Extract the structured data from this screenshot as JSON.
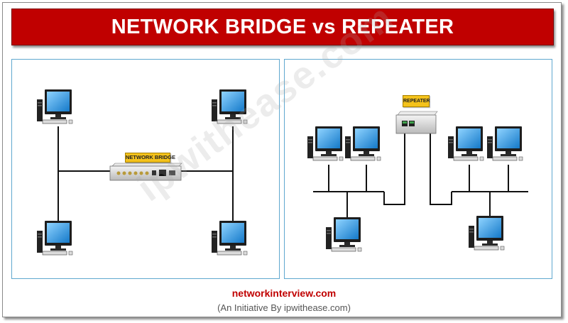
{
  "title": "NETWORK BRIDGE vs REPEATER",
  "watermark": "ipwithease.com",
  "devices": {
    "bridge_label": "NETWORK BRIDGE",
    "repeater_label": "REPEATER"
  },
  "footer": {
    "site": "networkinterview.com",
    "subtitle": "(An Initiative By ipwithease.com)"
  },
  "colors": {
    "title_background": "#c00000",
    "panel_border": "#5fa8cf",
    "label_background": "#f4c21b",
    "footer_site": "#c00000"
  }
}
